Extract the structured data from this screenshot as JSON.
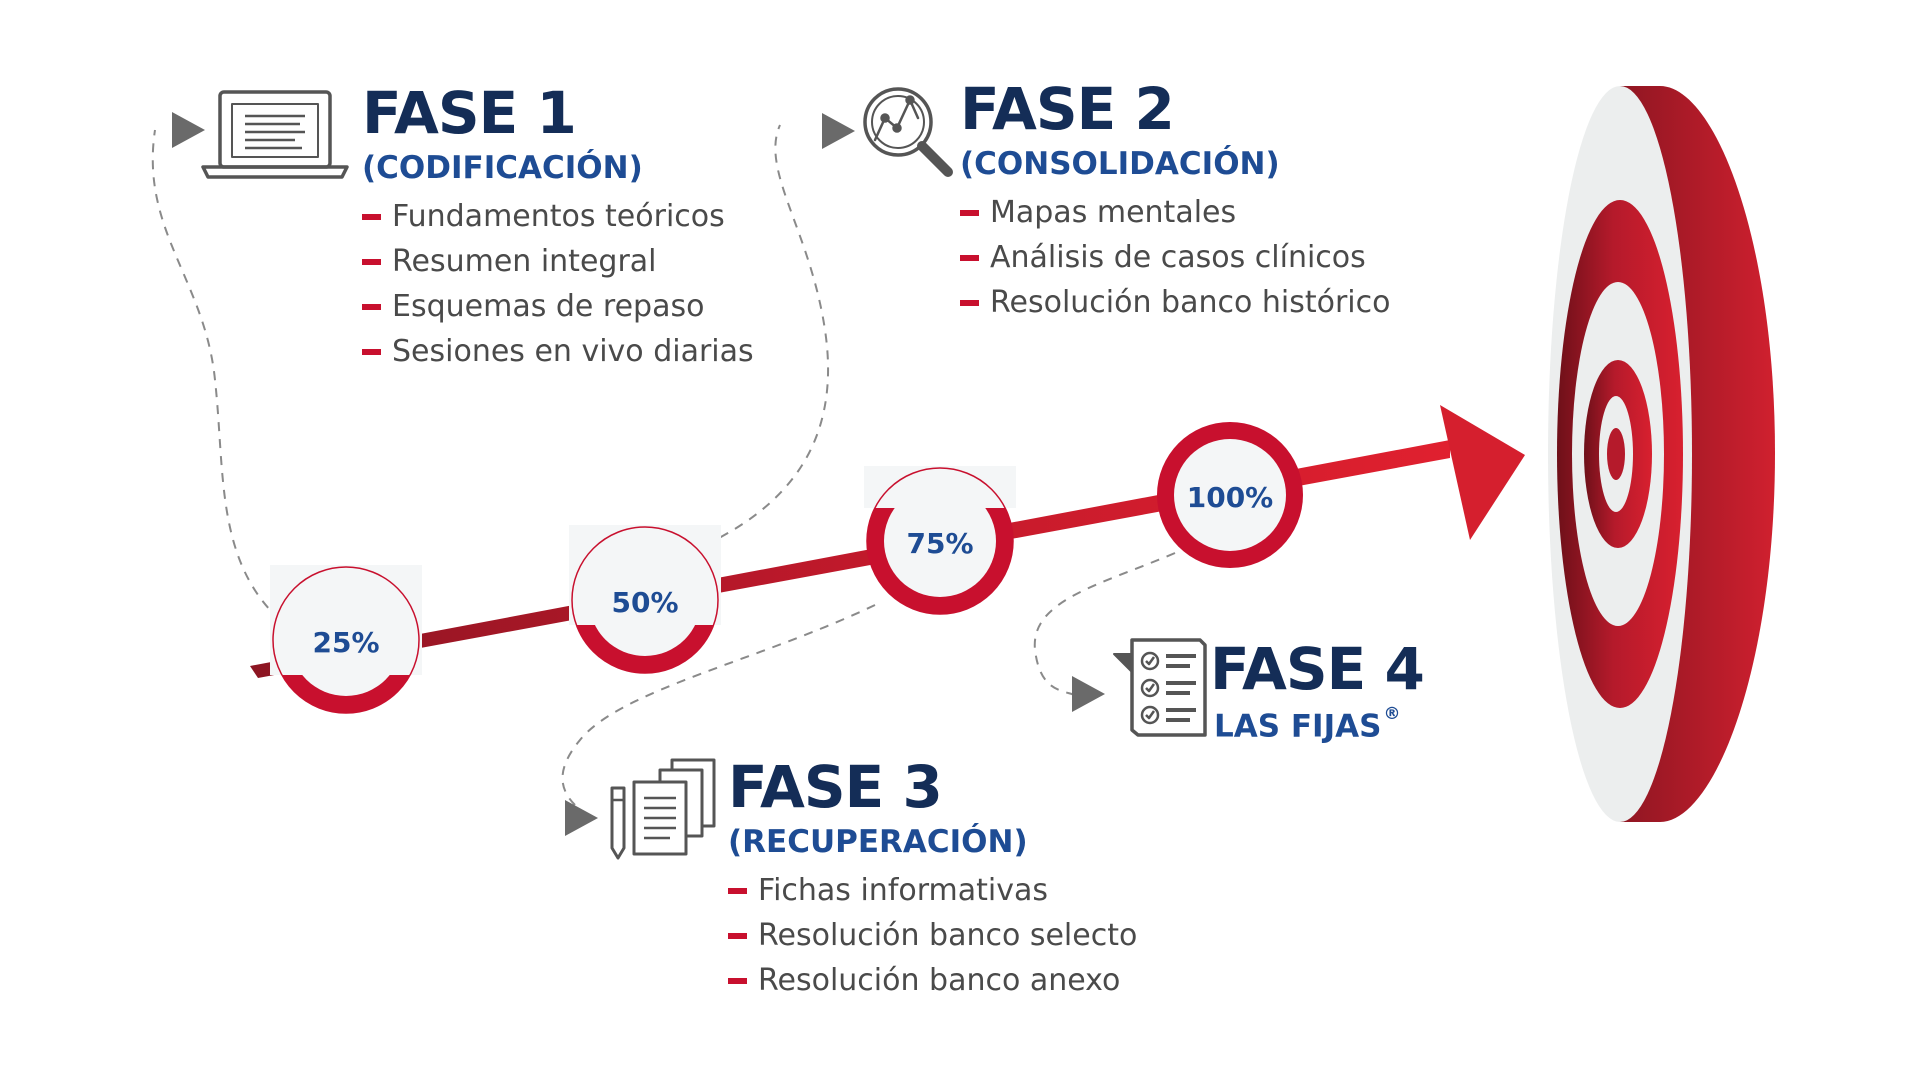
{
  "milestones": {
    "m1": "25%",
    "m2": "50%",
    "m3": "75%",
    "m4": "100%"
  },
  "phase1": {
    "title": "FASE 1",
    "subtitle": "(CODIFICACIÓN)",
    "items": [
      "Fundamentos teóricos",
      "Resumen integral",
      "Esquemas de repaso",
      "Sesiones en vivo diarias"
    ]
  },
  "phase2": {
    "title": "FASE 2",
    "subtitle": "(CONSOLIDACIÓN)",
    "items": [
      "Mapas mentales",
      "Análisis de casos clínicos",
      "Resolución banco histórico"
    ]
  },
  "phase3": {
    "title": "FASE 3",
    "subtitle": "(RECUPERACIÓN)",
    "items": [
      "Fichas informativas",
      "Resolución banco selecto",
      "Resolución banco anexo"
    ]
  },
  "phase4": {
    "title": "FASE 4",
    "subtitle": "LAS FIJAS",
    "mark": "®"
  },
  "icons": {
    "phase1": "laptop-icon",
    "phase2": "magnifier-chart-icon",
    "phase3": "documents-pen-icon",
    "phase4": "checklist-icon",
    "goal": "target-icon"
  },
  "colors": {
    "navy": "#142d57",
    "blue": "#1e4c94",
    "red": "#c8102e",
    "dark_red": "#7e1420",
    "text": "#4a4a4a",
    "connector": "#8a8a8a"
  }
}
